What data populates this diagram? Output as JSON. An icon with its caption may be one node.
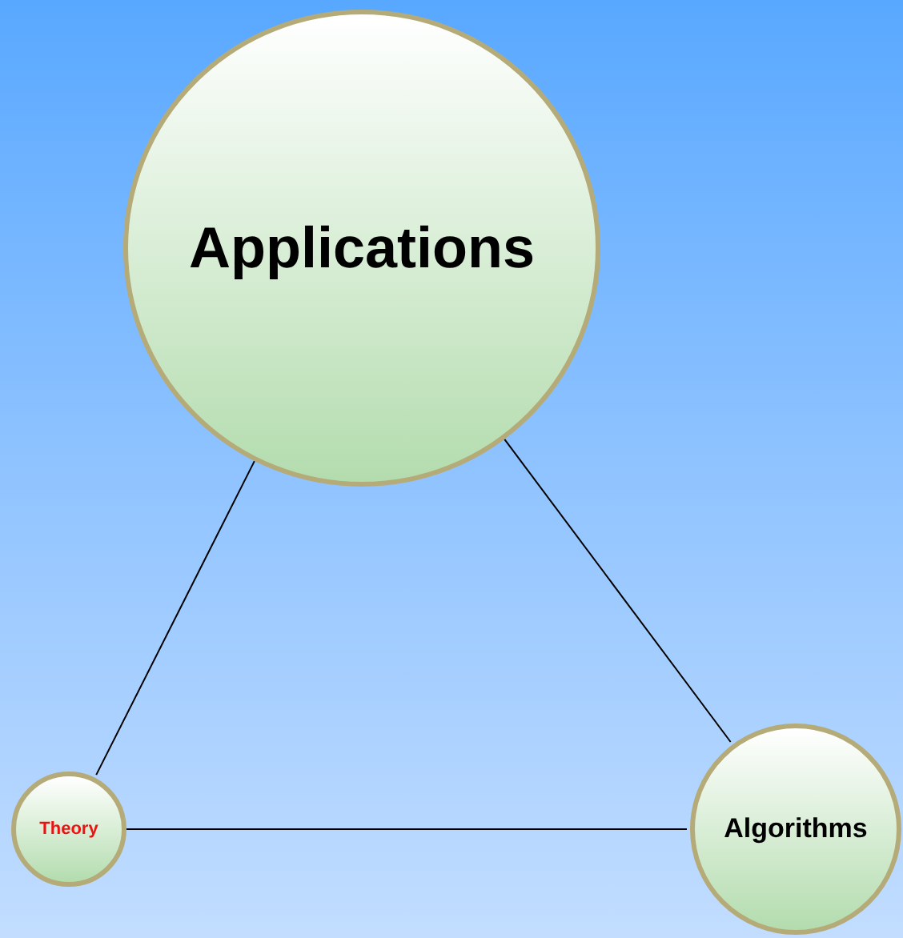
{
  "diagram": {
    "nodes": [
      {
        "text": [
          "Applications"
        ]
      },
      {
        "text": [
          "Theory"
        ]
      },
      {
        "text": [
          "Algorithms"
        ]
      }
    ],
    "edges": [
      {
        "from": 0,
        "to": 1,
        "arrow": "none"
      },
      {
        "from": 0,
        "to": 2,
        "arrow": "none"
      },
      {
        "from": 1,
        "to": 2,
        "arrow": "none"
      }
    ]
  }
}
